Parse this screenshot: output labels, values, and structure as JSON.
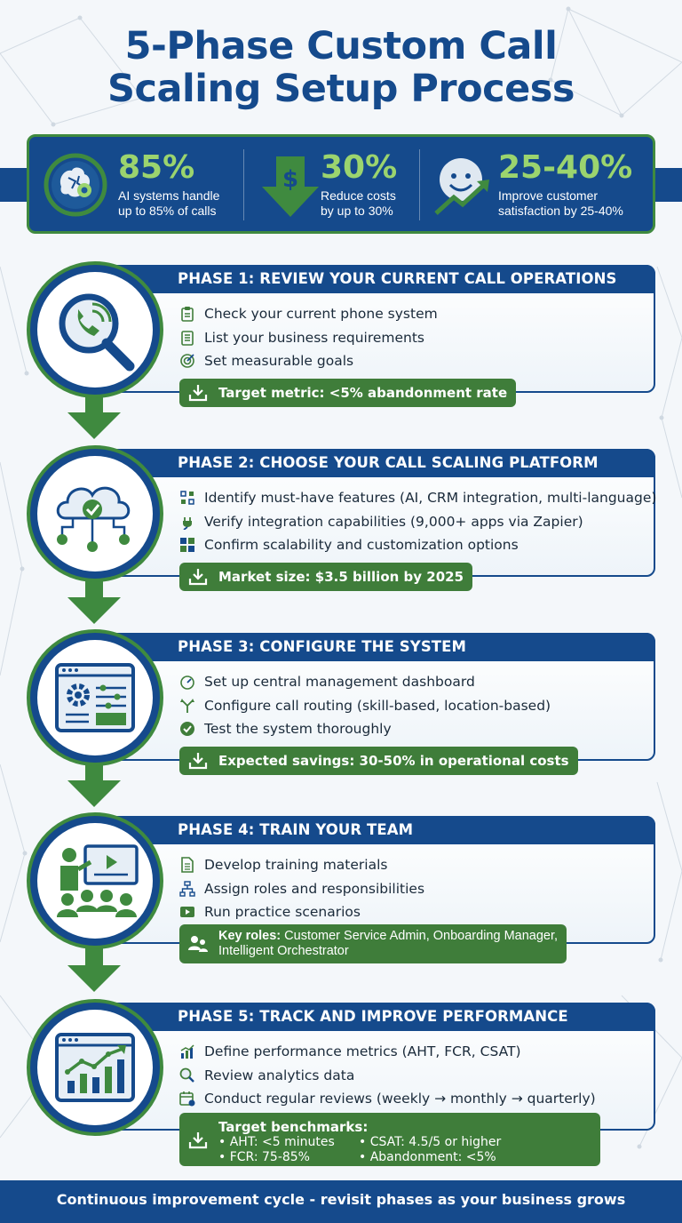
{
  "title": {
    "line1": "5-Phase Custom Call",
    "line2": "Scaling Setup Process"
  },
  "stats": [
    {
      "value": "85%",
      "line1": "AI systems handle",
      "line2": "up to 85% of calls",
      "icon": "ai-brain-gear-icon"
    },
    {
      "value": "30%",
      "line1": "Reduce costs",
      "line2": "by up to 30%",
      "icon": "dollar-down-arrow-icon"
    },
    {
      "value": "25-40%",
      "line1": "Improve customer",
      "line2": "satisfaction by 25-40%",
      "icon": "smiley-up-arrow-icon"
    }
  ],
  "phases": [
    {
      "title": "PHASE 1: REVIEW YOUR CURRENT CALL OPERATIONS",
      "icon": "phone-magnifier-icon",
      "items": [
        {
          "text": "Check your current phone system",
          "icon": "clipboard-icon"
        },
        {
          "text": "List your business requirements",
          "icon": "list-icon"
        },
        {
          "text": "Set measurable goals",
          "icon": "target-icon"
        }
      ],
      "metric": "Target metric: <5% abandonment rate"
    },
    {
      "title": "PHASE 2: CHOOSE YOUR CALL SCALING PLATFORM",
      "icon": "cloud-network-icon",
      "items": [
        {
          "text": "Identify must-have features (AI, CRM integration, multi-language)",
          "icon": "features-grid-icon"
        },
        {
          "text": "Verify integration capabilities (9,000+ apps via Zapier)",
          "icon": "plug-icon"
        },
        {
          "text": "Confirm scalability and customization options",
          "icon": "blocks-icon"
        }
      ],
      "metric": "Market size: $3.5 billion by 2025"
    },
    {
      "title": "PHASE 3: CONFIGURE THE SYSTEM",
      "icon": "settings-dashboard-icon",
      "items": [
        {
          "text": "Set up central management dashboard",
          "icon": "gauge-icon"
        },
        {
          "text": "Configure call routing (skill-based, location-based)",
          "icon": "routing-icon"
        },
        {
          "text": "Test the system thoroughly",
          "icon": "check-circle-icon"
        }
      ],
      "metric": "Expected savings: 30-50% in operational costs"
    },
    {
      "title": "PHASE 4: TRAIN YOUR TEAM",
      "icon": "presentation-team-icon",
      "items": [
        {
          "text": "Develop training materials",
          "icon": "document-icon"
        },
        {
          "text": "Assign roles and responsibilities",
          "icon": "org-chart-icon"
        },
        {
          "text": "Run practice scenarios",
          "icon": "play-icon"
        }
      ],
      "metric_bold": "Key roles:",
      "metric": "Customer Service Admin, Onboarding Manager,",
      "metric_line2": "Intelligent Orchestrator"
    },
    {
      "title": "PHASE 5: TRACK AND IMPROVE PERFORMANCE",
      "icon": "analytics-chart-icon",
      "items": [
        {
          "text": "Define performance metrics (AHT, FCR, CSAT)",
          "icon": "bar-chart-icon"
        },
        {
          "text": "Review analytics data",
          "icon": "search-chart-icon"
        },
        {
          "text": "Conduct regular reviews (weekly → monthly → quarterly)",
          "icon": "calendar-icon"
        }
      ],
      "metric": "Target benchmarks:",
      "benchmarks": [
        "• AHT: <5 minutes",
        "• CSAT: 4.5/5 or higher",
        "• FCR: 75-85%",
        "• Abandonment: <5%"
      ]
    }
  ],
  "footer": "Continuous improvement cycle - revisit phases as your business grows"
}
